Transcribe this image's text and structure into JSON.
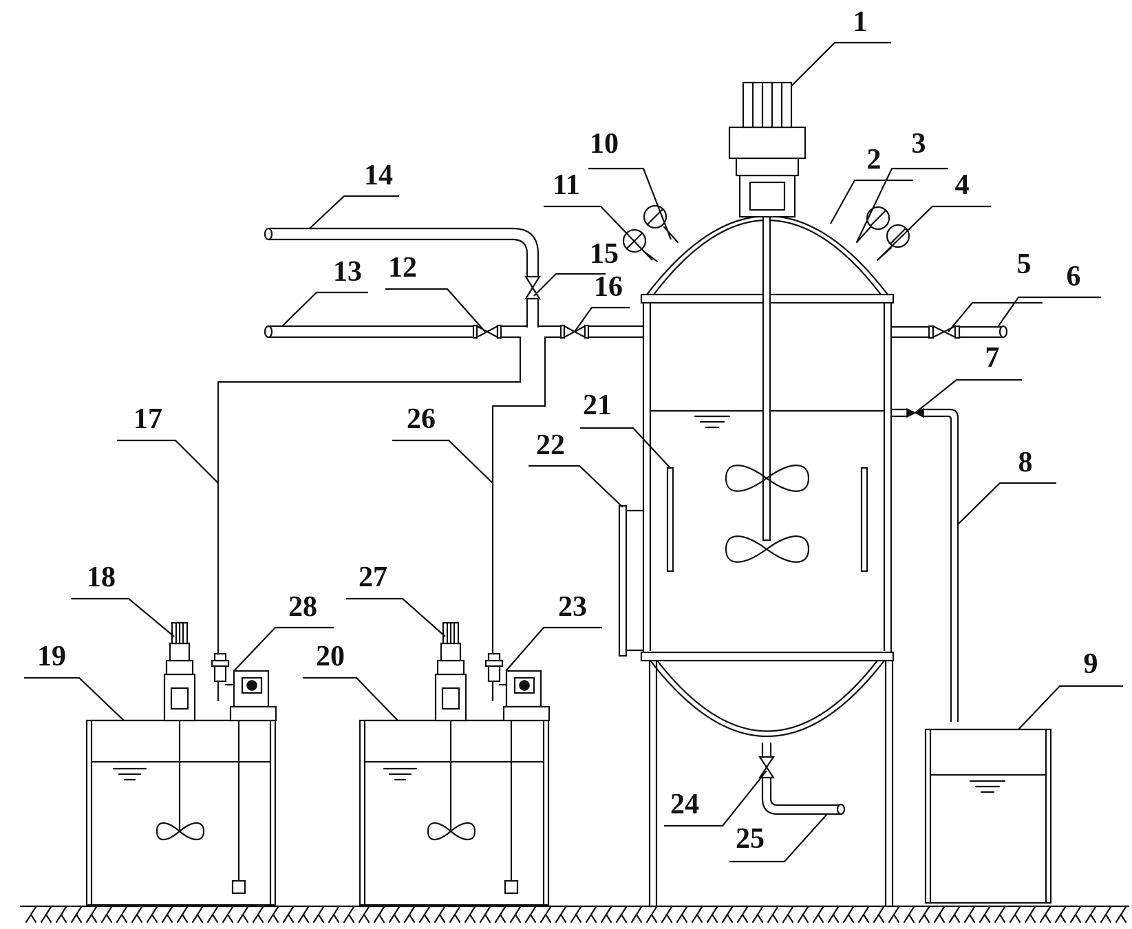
{
  "callouts": [
    {
      "n": "1",
      "part": "motor"
    },
    {
      "n": "2",
      "part": "upper-head"
    },
    {
      "n": "3",
      "part": "gauge"
    },
    {
      "n": "4",
      "part": "gauge"
    },
    {
      "n": "5",
      "part": "valve"
    },
    {
      "n": "6",
      "part": "pipe"
    },
    {
      "n": "7",
      "part": "valve"
    },
    {
      "n": "8",
      "part": "pipe"
    },
    {
      "n": "9",
      "part": "tank"
    },
    {
      "n": "10",
      "part": "gauge"
    },
    {
      "n": "11",
      "part": "gauge"
    },
    {
      "n": "12",
      "part": "valve"
    },
    {
      "n": "13",
      "part": "pipe"
    },
    {
      "n": "14",
      "part": "pipe"
    },
    {
      "n": "15",
      "part": "valve"
    },
    {
      "n": "16",
      "part": "valve"
    },
    {
      "n": "17",
      "part": "pipe"
    },
    {
      "n": "18",
      "part": "motor"
    },
    {
      "n": "19",
      "part": "tank"
    },
    {
      "n": "20",
      "part": "tank"
    },
    {
      "n": "21",
      "part": "baffle"
    },
    {
      "n": "22",
      "part": "level-gauge"
    },
    {
      "n": "23",
      "part": "pump"
    },
    {
      "n": "24",
      "part": "valve"
    },
    {
      "n": "25",
      "part": "pipe"
    },
    {
      "n": "26",
      "part": "pipe"
    },
    {
      "n": "27",
      "part": "motor"
    },
    {
      "n": "28",
      "part": "pump"
    }
  ]
}
